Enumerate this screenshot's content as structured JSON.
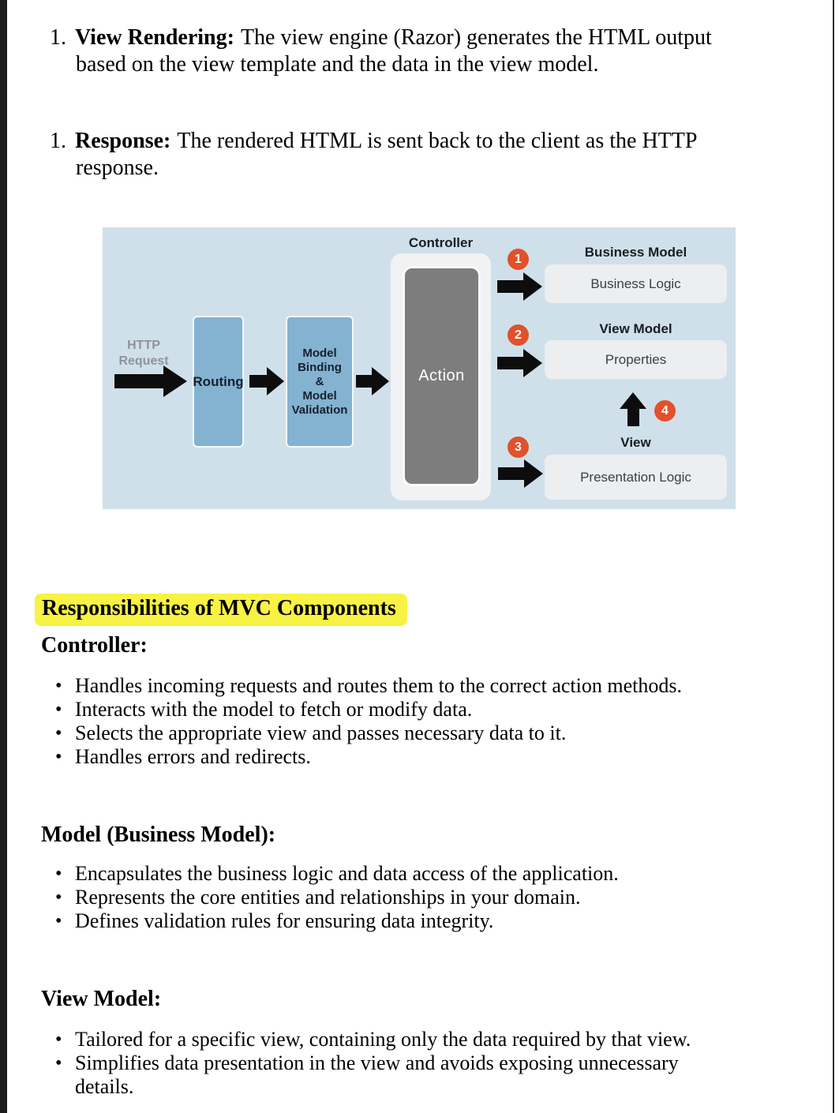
{
  "page": {
    "bullet_char": "•"
  },
  "list_items": [
    {
      "number": "1.",
      "bold": "View Rendering:",
      "line1_rest": "The view engine (Razor) generates the HTML output",
      "line2": "based on the view template and the data in the view model."
    },
    {
      "number": "1.",
      "bold": "Response:",
      "line1_rest": "The rendered HTML is sent back to the client as the HTTP",
      "line2": "response."
    }
  ],
  "highlight_heading": "Responsibilities of MVC Components",
  "sections": [
    {
      "heading": "Controller:",
      "bullets": [
        {
          "text": "Handles incoming requests and routes them to the correct action methods."
        },
        {
          "text": "Interacts with the model to fetch or modify data."
        },
        {
          "text": "Selects the appropriate view and passes necessary data to it."
        },
        {
          "text": "Handles errors and redirects."
        }
      ]
    },
    {
      "heading": "Model (Business Model):",
      "bullets": [
        {
          "text": "Encapsulates the business logic and data access of the application."
        },
        {
          "text": "Represents the core entities and relationships in your domain."
        },
        {
          "text": "Defines validation rules for ensuring data integrity."
        }
      ]
    },
    {
      "heading": "View Model:",
      "bullets": [
        {
          "text": "Tailored for a specific view, containing only the data required by that view."
        },
        {
          "text": "Simplifies data presentation in the view and avoids exposing unnecessary",
          "text2": "details."
        }
      ]
    }
  ],
  "diagram": {
    "http_request_line1": "HTTP",
    "http_request_line2": "Request",
    "routing_label": "Routing",
    "binding_lines": [
      "Model",
      "Binding",
      "&",
      "Model",
      "Validation"
    ],
    "controller_label": "Controller",
    "action_label": "Action",
    "steps": [
      {
        "num": "1",
        "title": "Business Model",
        "box": "Business Logic"
      },
      {
        "num": "2",
        "title": "View Model",
        "box": "Properties"
      },
      {
        "num": "3",
        "title": "View",
        "box": "Presentation Logic"
      },
      {
        "num": "4"
      }
    ],
    "colors": {
      "background": "#cfe0eb",
      "process_blue": "#84b2d1",
      "action_gray": "#7d7d7d",
      "panel_gray": "#eceef0",
      "step_orange": "#e1512b",
      "arrow_black": "#0d0d0d",
      "highlight_yellow": "#f7f243"
    }
  }
}
